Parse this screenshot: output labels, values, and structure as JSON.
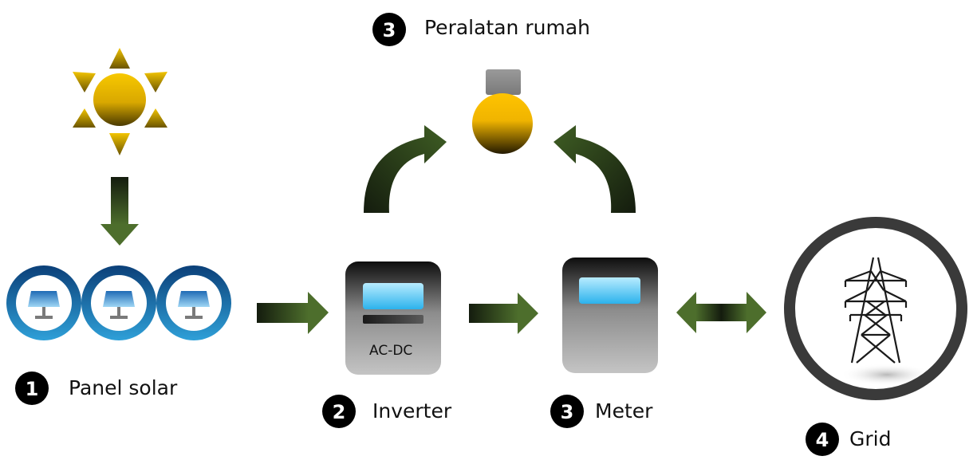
{
  "nodes": {
    "solar_panel": {
      "step": "1",
      "label": "Panel solar"
    },
    "inverter": {
      "step": "2",
      "label": "Inverter",
      "device_text": "AC-DC"
    },
    "meter": {
      "step": "3",
      "label": "Meter"
    },
    "appliance": {
      "step": "3",
      "label": "Peralatan rumah"
    },
    "grid": {
      "step": "4",
      "label": "Grid"
    }
  },
  "colors": {
    "arrow_dark": "#1a2412",
    "arrow_light": "#4a6b2a",
    "sun_light": "#f5c200",
    "sun_dark": "#5c4a00",
    "panel_blue": "#1e6bb0",
    "screen_blue": "#3cb8f0",
    "grid_ring": "#3a3a3a",
    "badge": "#000000"
  },
  "icons": [
    "sun-icon",
    "solar-panel-icon",
    "inverter-icon",
    "meter-icon",
    "light-bulb-icon",
    "transmission-tower-icon"
  ]
}
